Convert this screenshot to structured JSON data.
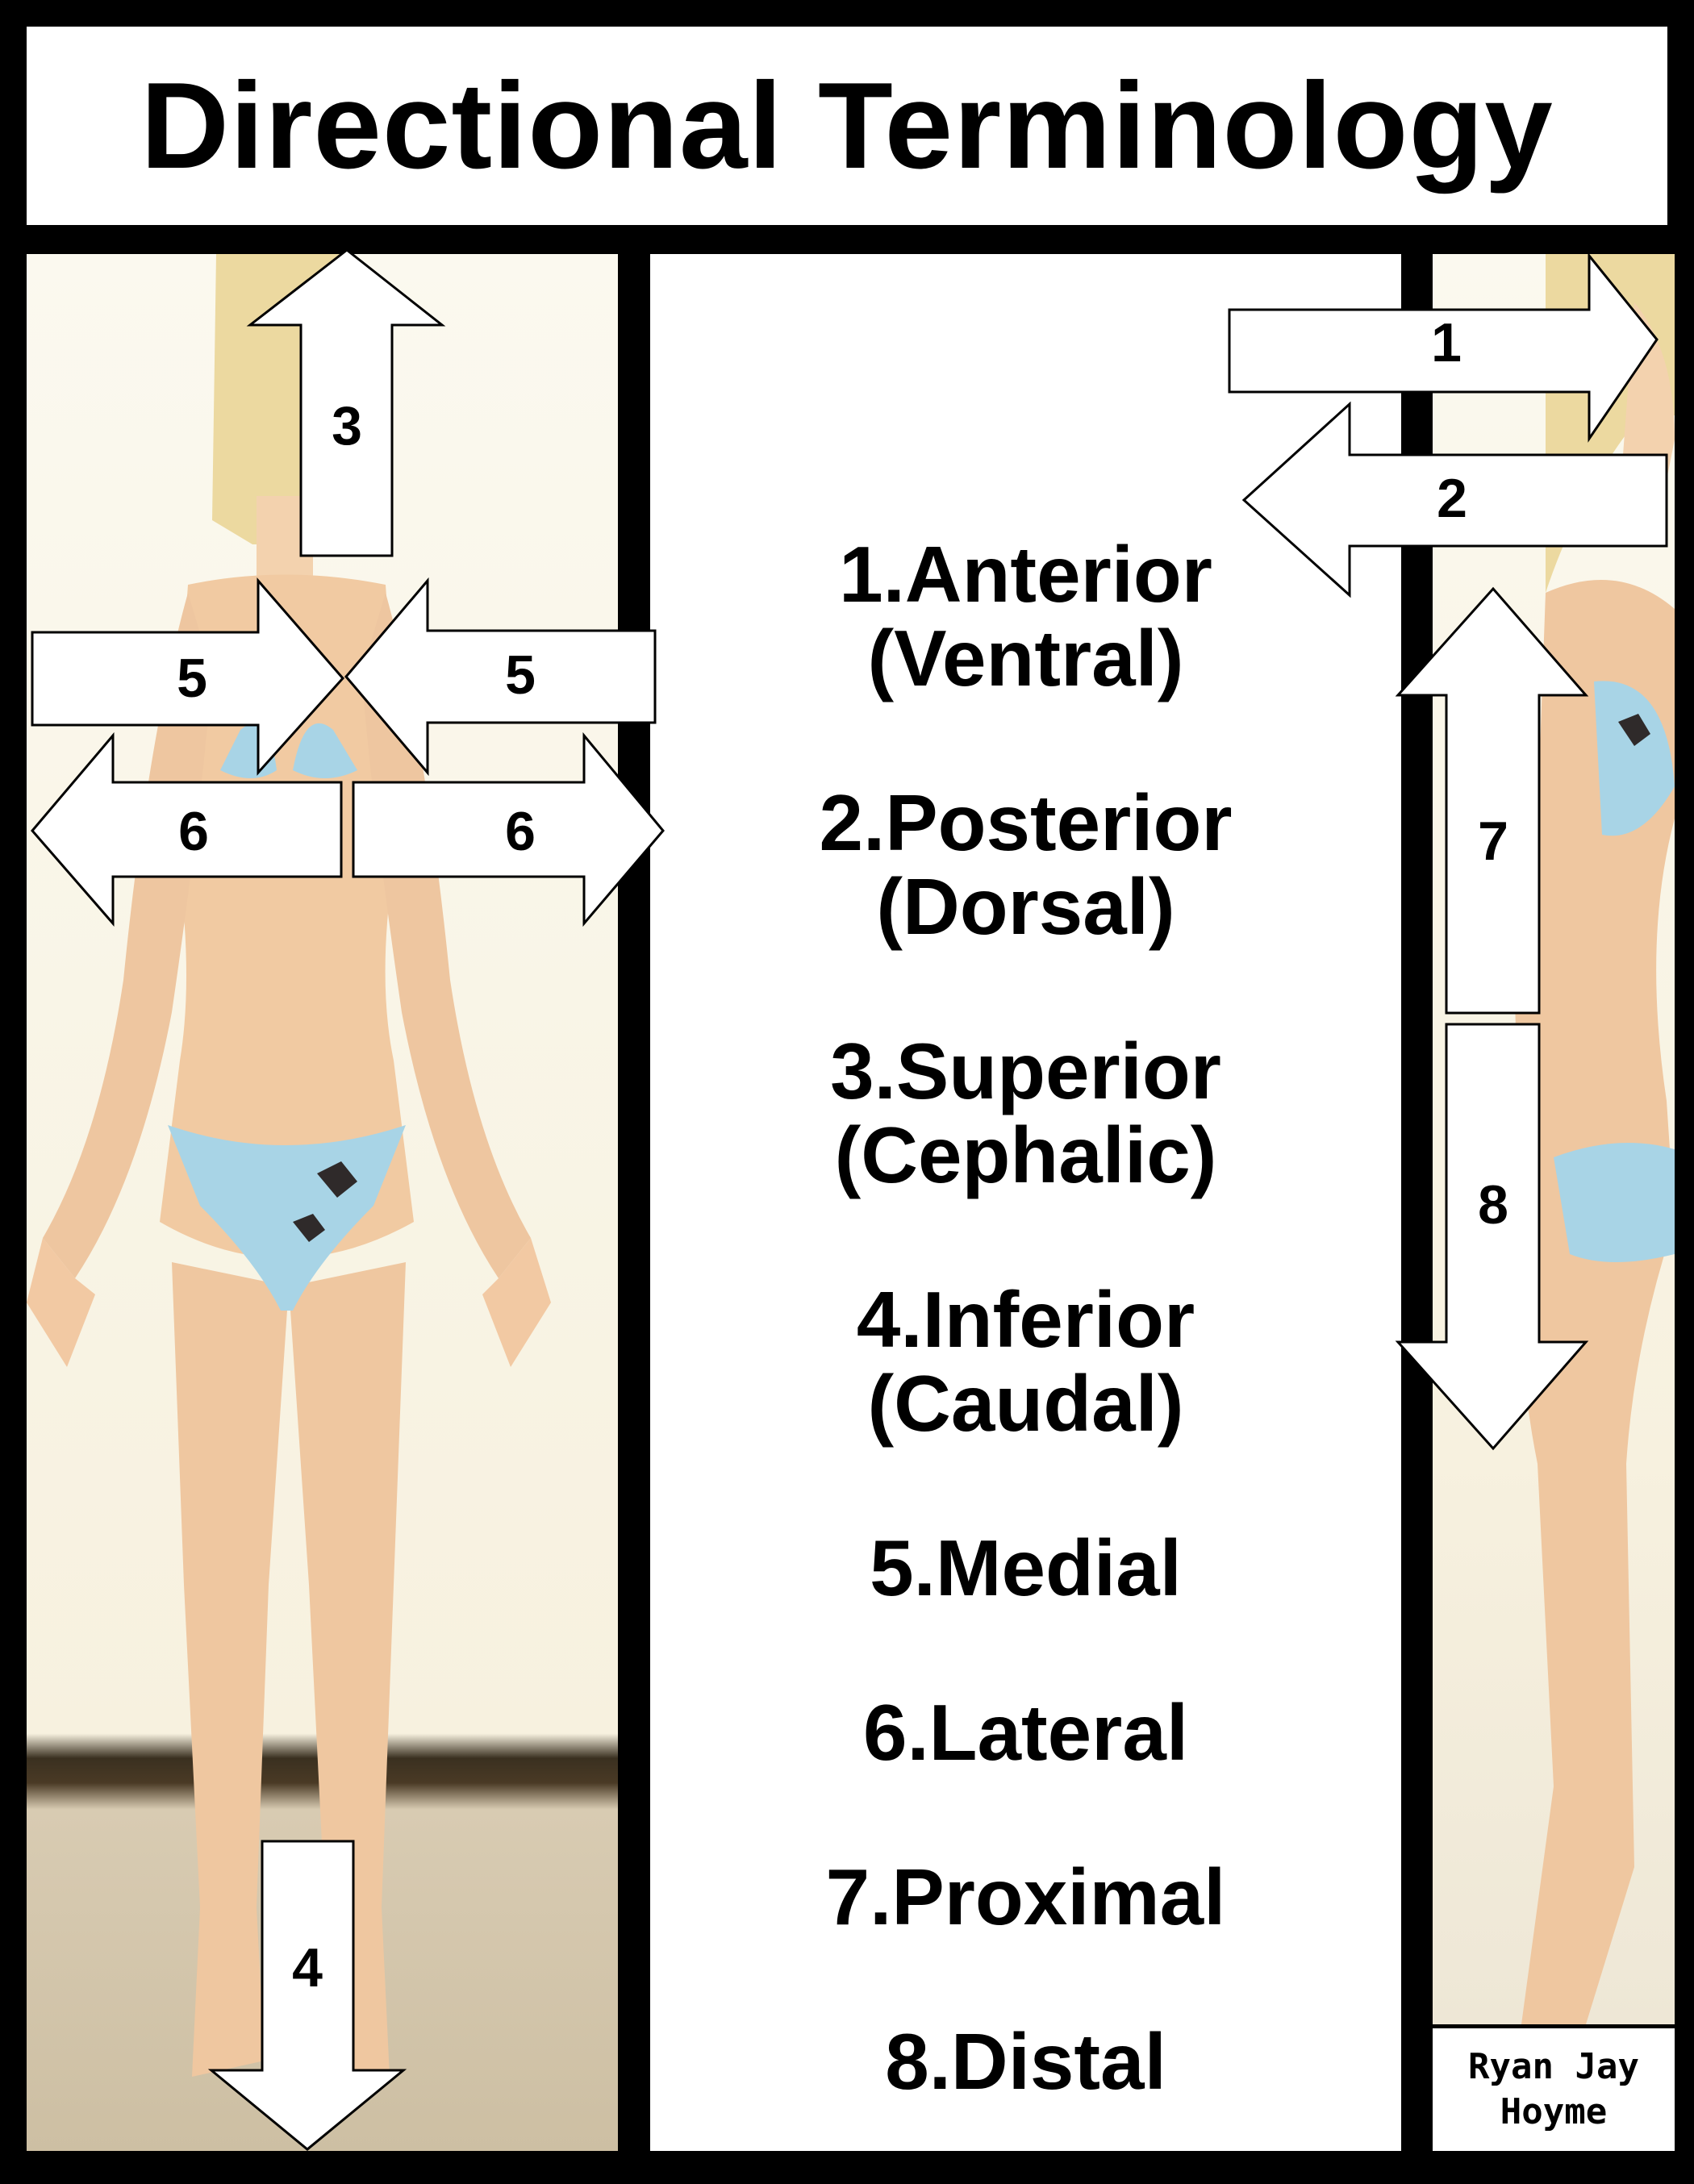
{
  "title": "Directional Terminology",
  "terms": [
    {
      "number": "1.",
      "name": "Anterior",
      "alt": "(Ventral)"
    },
    {
      "number": "2.",
      "name": "Posterior",
      "alt": "(Dorsal)"
    },
    {
      "number": "3.",
      "name": "Superior",
      "alt": "(Cephalic)"
    },
    {
      "number": "4.",
      "name": "Inferior",
      "alt": "(Caudal)"
    },
    {
      "number": "5.",
      "name": "Medial",
      "alt": ""
    },
    {
      "number": "6.",
      "name": "Lateral",
      "alt": ""
    },
    {
      "number": "7.",
      "name": "Proximal",
      "alt": ""
    },
    {
      "number": "8.",
      "name": "Distal",
      "alt": ""
    }
  ],
  "arrows": {
    "a1": "1",
    "a2": "2",
    "a3": "3",
    "a4": "4",
    "a5_left": "5",
    "a5_right": "5",
    "a6_left": "6",
    "a6_right": "6",
    "a7": "7",
    "a8": "8"
  },
  "credit": {
    "line1": "Ryan Jay",
    "line2": "Hoyme"
  },
  "colors": {
    "background": "#000000",
    "panel": "#ffffff",
    "swimsuit": "#a8d4e6",
    "skin": "#f0c8a0",
    "hair": "#e6d090"
  }
}
